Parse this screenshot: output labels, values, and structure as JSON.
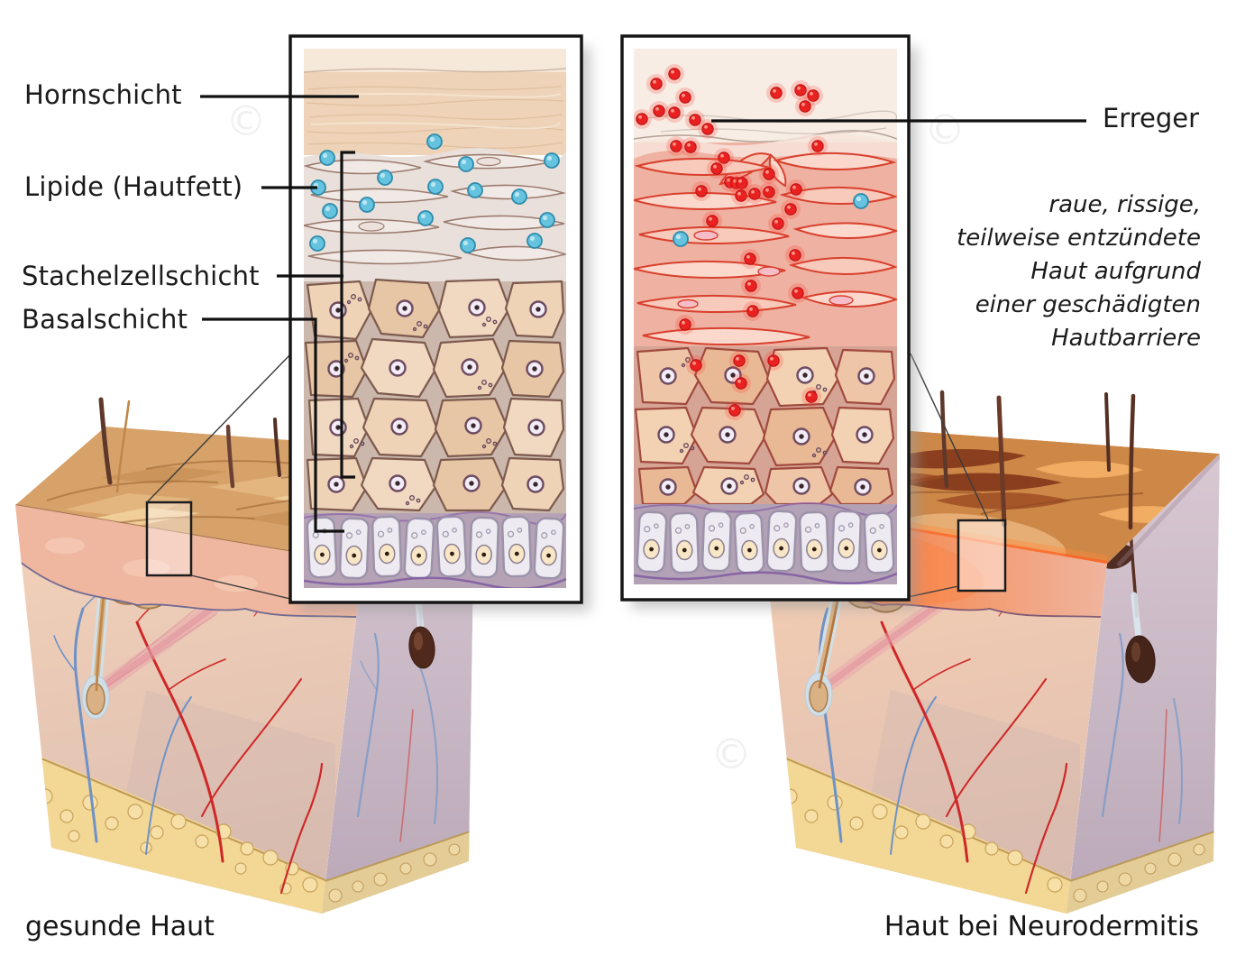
{
  "labels": {
    "hornschicht": "Hornschicht",
    "lipide": "Lipide (Hautfett)",
    "stachelzellschicht": "Stachelzellschicht",
    "basalschicht": "Basalschicht",
    "erreger": "Erreger"
  },
  "annotation": {
    "lines": [
      "raue, rissige,",
      "teilweise entzündete",
      "Haut aufgrund",
      "einer geschädigten",
      "Hautbarriere"
    ]
  },
  "captions": {
    "left": "gesunde Haut",
    "right": "Haut bei Neurodermitis"
  },
  "watermark": {
    "symbol": "©"
  },
  "colors": {
    "label_text": "#1b1b1b",
    "leader_line": "#101010",
    "lipid_blue": "#66c3df",
    "pathogen_red": "#e92121",
    "healthy_surface_tan": "#d7a269",
    "inflamed_orange": "#ee5a28",
    "fat_yellow": "#f2d795",
    "dermis_pink": "#f2cdb4",
    "basal_lavender": "#b5a3b5"
  }
}
